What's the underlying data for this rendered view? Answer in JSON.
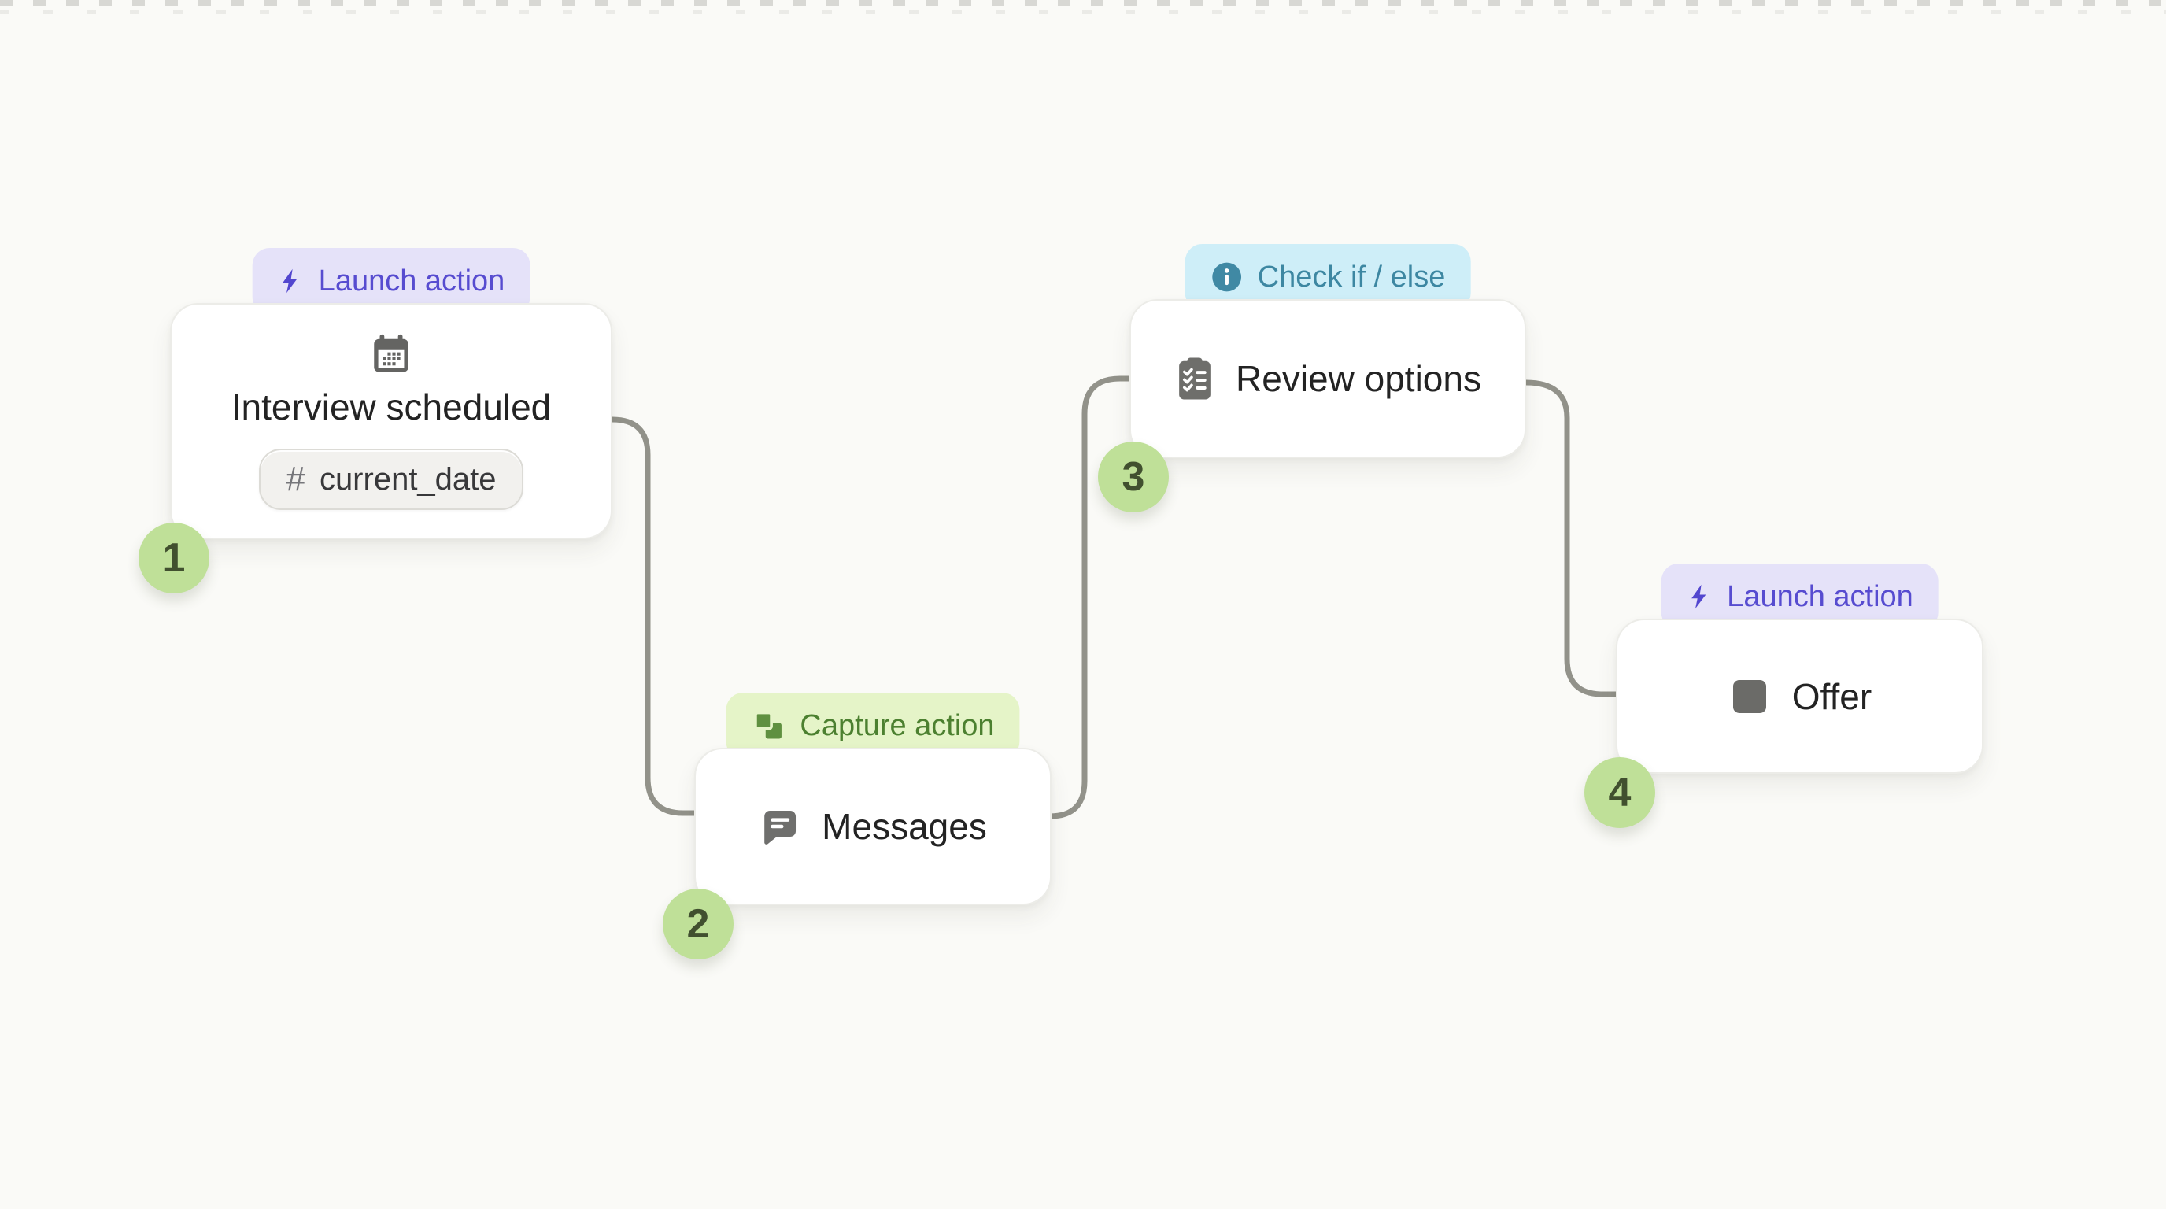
{
  "page": {
    "type": "workflow-builder-canvas",
    "background_color": "#FAFAF7"
  },
  "colors": {
    "connector": "#92928A",
    "card_bg": "#FFFFFF",
    "card_border": "#ECECE8",
    "title_text": "#232323",
    "step_circle_bg": "#BFE098",
    "step_circle_text": "#41502F",
    "launch_badge_bg": "#E5E2F9",
    "launch_badge_text": "#574CD0",
    "capture_badge_bg": "#E5F4C8",
    "capture_badge_text": "#4C8030",
    "condition_badge_bg": "#CEEEF8",
    "condition_badge_text": "#3D87A2",
    "icon_gray": "#6B6B68",
    "tag_pill_bg": "#F2F1EE"
  },
  "nodes": [
    {
      "step": "1",
      "badge": {
        "label": "Launch action",
        "icon": "lightning-icon",
        "type": "launch"
      },
      "icon": "calendar-icon",
      "title": "Interview scheduled",
      "tag": {
        "icon": "hash-icon",
        "hash_glyph": "#",
        "label": "current_date"
      }
    },
    {
      "step": "2",
      "badge": {
        "label": "Capture action",
        "icon": "capture-icon",
        "type": "capture"
      },
      "icon": "chat-bubble-icon",
      "title": "Messages"
    },
    {
      "step": "3",
      "badge": {
        "label": "Check if / else",
        "icon": "info-icon",
        "type": "condition"
      },
      "icon": "checklist-clipboard-icon",
      "title": "Review options"
    },
    {
      "step": "4",
      "badge": {
        "label": "Launch action",
        "icon": "lightning-icon",
        "type": "launch"
      },
      "icon": "square-icon",
      "title": "Offer"
    }
  ],
  "connectors": [
    {
      "from": "1",
      "to": "2"
    },
    {
      "from": "2",
      "to": "3"
    },
    {
      "from": "3",
      "to": "4"
    }
  ]
}
